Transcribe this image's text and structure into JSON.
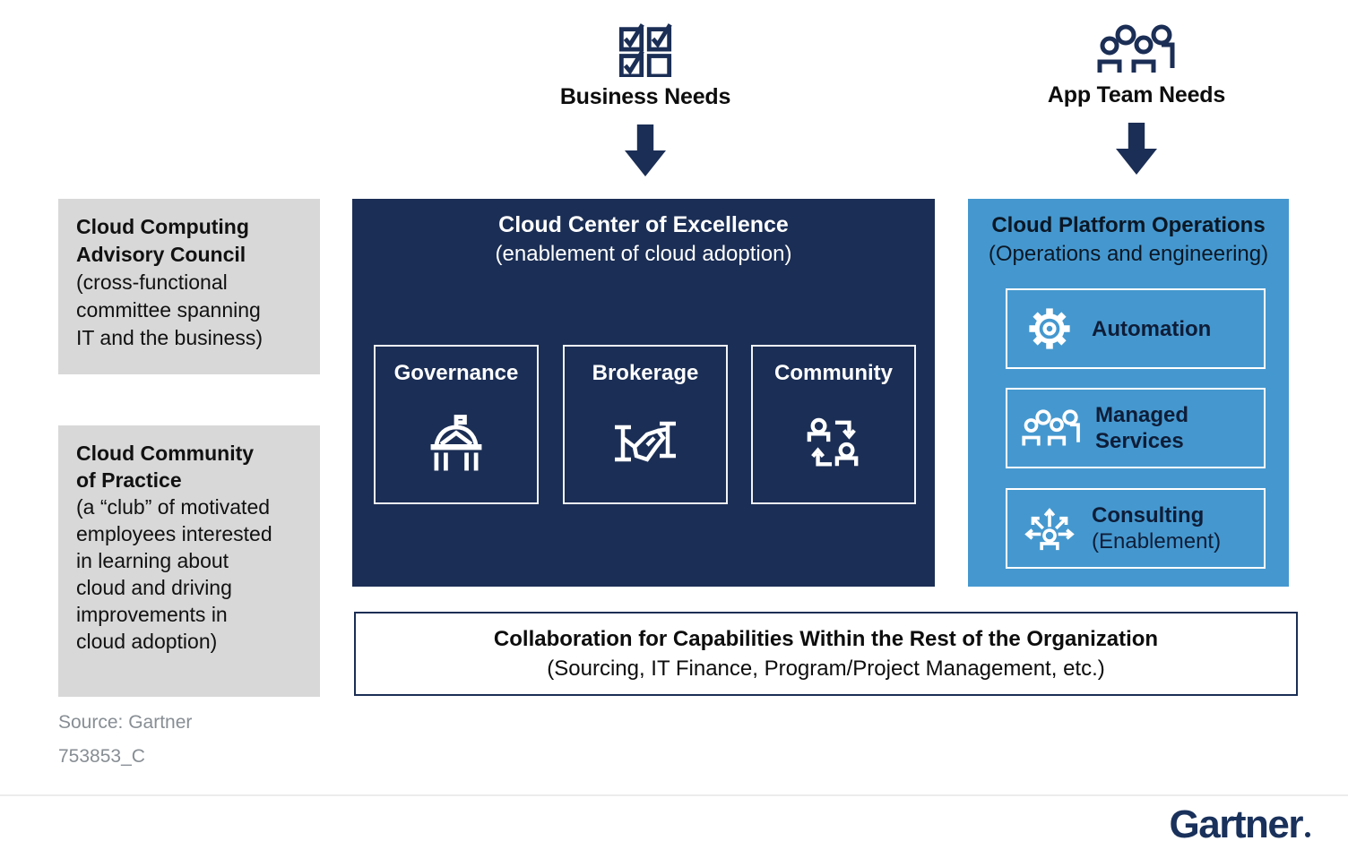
{
  "colors": {
    "navy": "#1b2e55",
    "blue": "#4598cf",
    "gray_panel": "#d8d8d8",
    "text_black": "#0d0d0d",
    "source_gray": "#878e94",
    "logo_navy": "#19315b",
    "white": "#ffffff"
  },
  "top": {
    "business": {
      "label": "Business Needs",
      "icon": "checkbox-grid-icon"
    },
    "app_team": {
      "label": "App Team Needs",
      "icon": "people-group-icon"
    }
  },
  "left_panels": [
    {
      "title": "Cloud Computing\nAdvisory Council",
      "desc": "(cross-functional\ncommittee spanning\nIT and the business)"
    },
    {
      "title": "Cloud Community\nof Practice",
      "desc": "(a “club” of motivated\nemployees interested\nin learning about\ncloud and driving\nimprovements in\ncloud adoption)"
    }
  ],
  "ccoe": {
    "title": "Cloud Center of Excellence",
    "subtitle": "(enablement of cloud adoption)",
    "cells": [
      {
        "label": "Governance",
        "icon": "capitol-icon"
      },
      {
        "label": "Brokerage",
        "icon": "handshake-icon"
      },
      {
        "label": "Community",
        "icon": "people-cycle-icon"
      }
    ]
  },
  "cpo": {
    "title": "Cloud Platform Operations",
    "subtitle": "(Operations and engineering)",
    "cells": [
      {
        "label": "Automation",
        "sublabel": "",
        "icon": "gear-icon"
      },
      {
        "label": "Managed\nServices",
        "sublabel": "",
        "icon": "people-group-icon"
      },
      {
        "label": "Consulting",
        "sublabel": "(Enablement)",
        "icon": "person-arrows-icon"
      }
    ]
  },
  "collaboration": {
    "title": "Collaboration for Capabilities Within the Rest of the Organization",
    "subtitle": "(Sourcing, IT Finance, Program/Project Management, etc.)"
  },
  "footer": {
    "source": "Source: Gartner",
    "doc_id": "753853_C",
    "logo": "Gartner"
  }
}
